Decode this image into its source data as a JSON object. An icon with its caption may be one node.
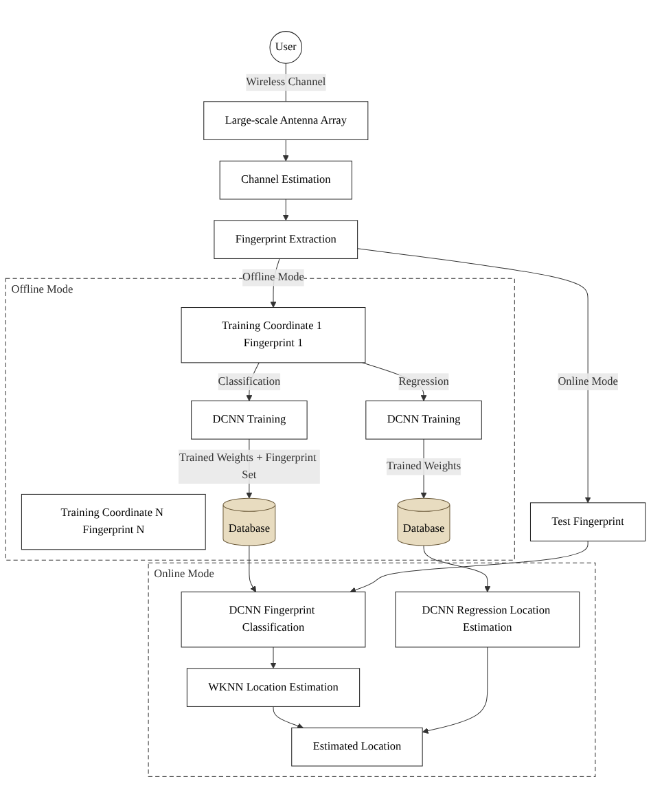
{
  "diagram": {
    "nodes": [
      {
        "text": [
          "Large-scale Antenna Array"
        ]
      },
      {
        "text": [
          "User"
        ]
      },
      {
        "text": [
          "Channel Estimation"
        ]
      },
      {
        "text": [
          "Fingerprint Extraction"
        ]
      },
      {
        "text": [
          "Offline Mode"
        ]
      },
      {
        "text": [
          "Training Coordinate 1 Fingerprint 1"
        ],
        "in": 4
      },
      {
        "text": [
          "Training Coordinate N Fingerprint N"
        ],
        "in": 4
      },
      {
        "text": [
          "DCNN Training"
        ],
        "in": 4
      },
      {
        "text": [
          "DCNN Training"
        ],
        "in": 4
      },
      {
        "text": [
          "Database"
        ],
        "in": 4
      },
      {
        "text": [
          "Database"
        ],
        "in": 4
      },
      {
        "text": [
          "Online Mode"
        ]
      },
      {
        "text": [
          "DCNN Fingerprint Classification"
        ],
        "in": 11
      },
      {
        "text": [
          "DCNN Regression Location Estimation"
        ],
        "in": 11
      },
      {
        "text": [
          "WKNN Location Estimation"
        ],
        "in": 11
      },
      {
        "text": [
          "Estimated Location"
        ],
        "in": 11
      },
      {
        "text": [
          "Test Fingerprint"
        ]
      }
    ],
    "edges": [
      {
        "from": 1,
        "to": 0,
        "arrow": "none",
        "label": "Wireless Channel"
      },
      {
        "from": 0,
        "to": 2,
        "arrow": "to"
      },
      {
        "from": 2,
        "to": 3,
        "arrow": "to"
      },
      {
        "from": 3,
        "to": 5,
        "arrow": "to",
        "label": "Offline Mode"
      },
      {
        "from": 3,
        "to": 16,
        "arrow": "to",
        "label": "Online Mode"
      },
      {
        "from": 5,
        "to": 7,
        "arrow": "to",
        "label": "Classification"
      },
      {
        "from": 5,
        "to": 8,
        "arrow": "to",
        "label": "Regression"
      },
      {
        "from": 7,
        "to": 9,
        "arrow": "to",
        "label": "Trained Weights + Fingerprint Set"
      },
      {
        "from": 8,
        "to": 10,
        "arrow": "to",
        "label": "Trained Weights"
      },
      {
        "from": 9,
        "to": 12,
        "arrow": "to"
      },
      {
        "from": 10,
        "to": 13,
        "arrow": "to"
      },
      {
        "from": 16,
        "to": 12,
        "arrow": "to"
      },
      {
        "from": 12,
        "to": 14,
        "arrow": "to"
      },
      {
        "from": 14,
        "to": 15,
        "arrow": "to"
      },
      {
        "from": 13,
        "to": 15,
        "arrow": "to"
      }
    ]
  }
}
